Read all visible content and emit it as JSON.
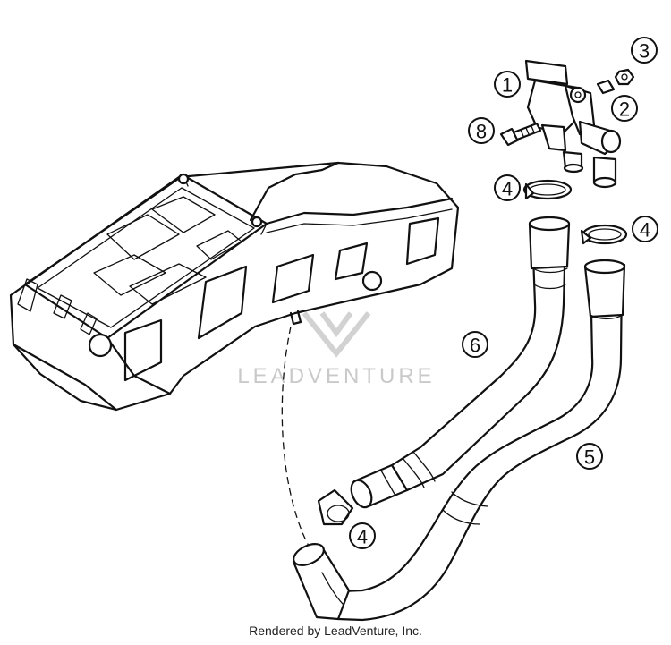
{
  "watermark": {
    "text": "LEADVENTURE"
  },
  "credit": "Rendered by LeadVenture, Inc.",
  "callouts": [
    {
      "id": "1",
      "label": "1"
    },
    {
      "id": "2",
      "label": "2"
    },
    {
      "id": "3",
      "label": "3"
    },
    {
      "id": "4a",
      "label": "4"
    },
    {
      "id": "4b",
      "label": "4"
    },
    {
      "id": "4c",
      "label": "4"
    },
    {
      "id": "5",
      "label": "5"
    },
    {
      "id": "6",
      "label": "6"
    },
    {
      "id": "8",
      "label": "8"
    }
  ]
}
